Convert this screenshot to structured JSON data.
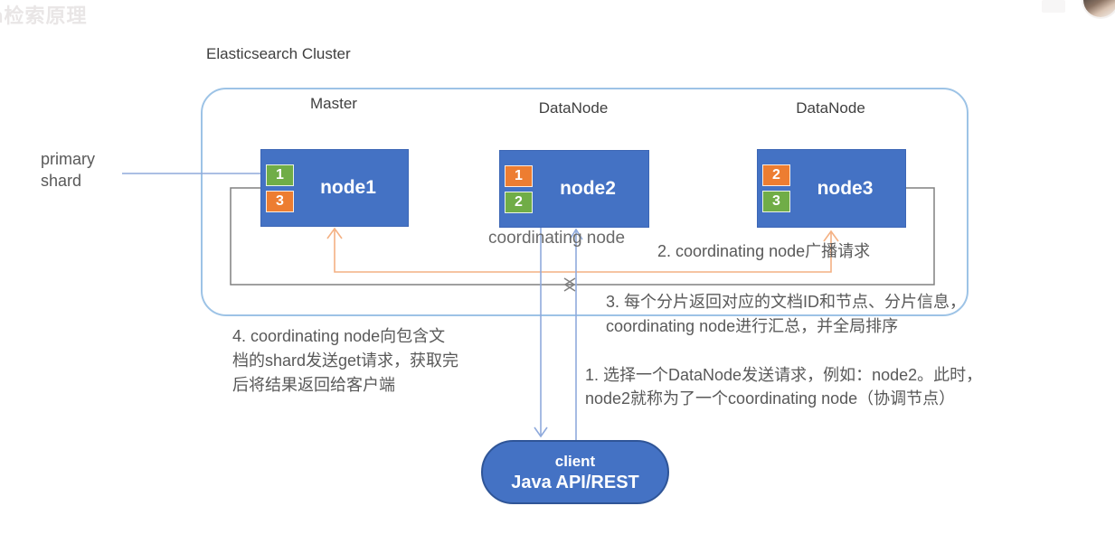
{
  "watermark": "h检索原理",
  "diagram": {
    "title": "Elasticsearch Cluster",
    "nodes": [
      {
        "role": "Master",
        "name": "node1",
        "shards": [
          {
            "num": "1",
            "color": "green"
          },
          {
            "num": "3",
            "color": "orange"
          }
        ]
      },
      {
        "role": "DataNode",
        "name": "node2",
        "shards": [
          {
            "num": "1",
            "color": "orange"
          },
          {
            "num": "2",
            "color": "green"
          }
        ]
      },
      {
        "role": "DataNode",
        "name": "node3",
        "shards": [
          {
            "num": "2",
            "color": "orange"
          },
          {
            "num": "3",
            "color": "green"
          }
        ]
      }
    ],
    "primary_shard_label": {
      "line1": "primary",
      "line2": "shard"
    },
    "coordinating_node_label": "coordinating node",
    "client": {
      "line1": "client",
      "line2": "Java API/REST"
    }
  },
  "annotations": {
    "step1": {
      "line1": "1. 选择一个DataNode发送请求，例如：node2。此时，",
      "line2": "node2就称为了一个coordinating node（协调节点）"
    },
    "step2": "2. coordinating node广播请求",
    "step3": {
      "line1": "3. 每个分片返回对应的文档ID和节点、分片信息，",
      "line2": "coordinating node进行汇总，并全局排序"
    },
    "step4": {
      "line1": "4. coordinating node向包含文",
      "line2": "档的shard发送get请求，获取完",
      "line3": "后将结果返回给客户端"
    }
  },
  "colors": {
    "node_fill": "#4472C4",
    "shard_green": "#70AD47",
    "shard_orange": "#ED7D31",
    "container_border": "#9DC3E6",
    "gray_line": "#808080",
    "orange_arrow": "#F4B183",
    "blue_arrow": "#8FAADC",
    "annotation_text": "#595959",
    "client_border": "#2F5597"
  }
}
